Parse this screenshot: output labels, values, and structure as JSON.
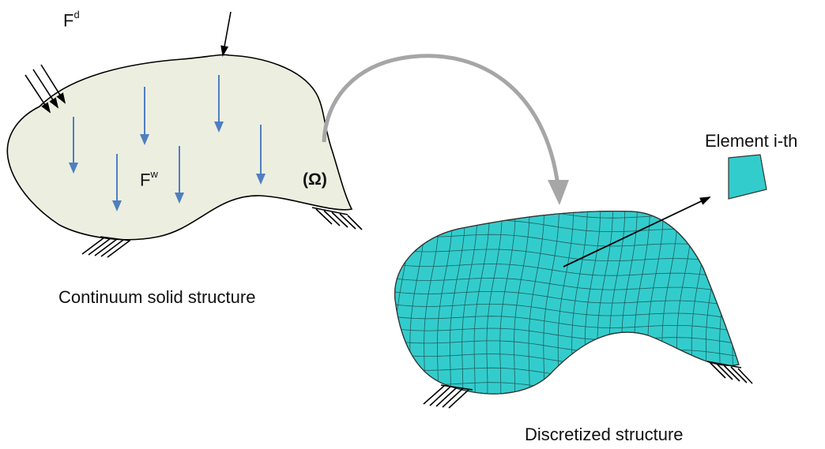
{
  "labels": {
    "force_d_base": "F",
    "force_d_sup": "d",
    "force_w_base": "F",
    "force_w_sup": "w",
    "domain": "(Ω)",
    "continuum": "Continuum solid structure",
    "discretized": "Discretized structure",
    "element": "Element i-th"
  },
  "colors": {
    "solid_fill": "#ECEEE0",
    "mesh_fill": "#33CCCC",
    "gravity_arrow": "#4F7FC0",
    "curved_arrow": "#A6A6A6",
    "outline": "#000000"
  },
  "icons": {
    "support": "hatched-fixed-support",
    "gravity": "down-arrow"
  }
}
